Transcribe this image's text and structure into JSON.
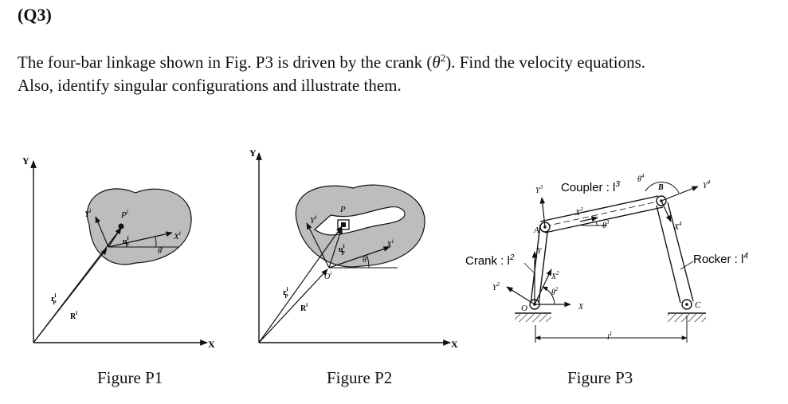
{
  "question": {
    "number": "(Q3)",
    "line1_before": "The four-bar linkage shown in Fig. P3 is driven by the crank (",
    "theta_symbol": "θ",
    "theta_sup": "2",
    "line1_after": "). Find the velocity equations.",
    "line2": "Also, identify singular configurations and illustrate them."
  },
  "figure_p1": {
    "caption": "Figure P1",
    "axis_y": "Y",
    "axis_x": "X",
    "lbl_Y_body": "Y",
    "lbl_Y_sup": "i",
    "lbl_P": "P",
    "lbl_P_sup": "i",
    "lbl_X_body": "X",
    "lbl_X_sup": "i",
    "lbl_u": "u",
    "lbl_u_sup": "i",
    "lbl_u_sub": "P",
    "lbl_theta": "θ",
    "lbl_theta_sup": "i",
    "lbl_r": "r",
    "lbl_r_sup": "i",
    "lbl_r_sub": "P",
    "lbl_R": "R",
    "lbl_R_sup": "i"
  },
  "figure_p2": {
    "caption": "Figure P2",
    "axis_y": "Y",
    "axis_x": "X",
    "lbl_Y_body": "Y",
    "lbl_Y_sup": "i",
    "lbl_P": "P",
    "lbl_X_body": "X",
    "lbl_X_sup": "i",
    "lbl_u": "u",
    "lbl_u_sup": "i",
    "lbl_u_sub": "P",
    "lbl_theta": "θ",
    "lbl_theta_sup": "i",
    "lbl_O": "O",
    "lbl_O_sup": "i",
    "lbl_r": "r",
    "lbl_r_sup": "i",
    "lbl_r_sub": "P",
    "lbl_R": "R",
    "lbl_R_sup": "i"
  },
  "figure_p3": {
    "caption": "Figure P3",
    "coupler_label": "Coupler : l",
    "coupler_sup": "3",
    "crank_label": "Crank : l",
    "crank_sup": "2",
    "rocker_label": "Rocker : l",
    "rocker_sup": "4",
    "ground_label": "l",
    "ground_sup": "1",
    "pt_O": "O",
    "pt_A": "A",
    "pt_B": "B",
    "pt_C": "C",
    "Y3": "Y",
    "Y3_sup": "3",
    "X3": "X",
    "X3_sup": "3",
    "theta3": "θ",
    "theta3_sup": "3",
    "theta4": "θ",
    "theta4_sup": "4",
    "Y4": "Y",
    "Y4_sup": "4",
    "X4": "X",
    "X4_sup": "4",
    "X2": "X",
    "X2_sup": "2",
    "theta2": "θ",
    "theta2_sup": "2",
    "Y2": "Y",
    "Y2_sup": "2",
    "Y": "Y",
    "X": "X"
  }
}
